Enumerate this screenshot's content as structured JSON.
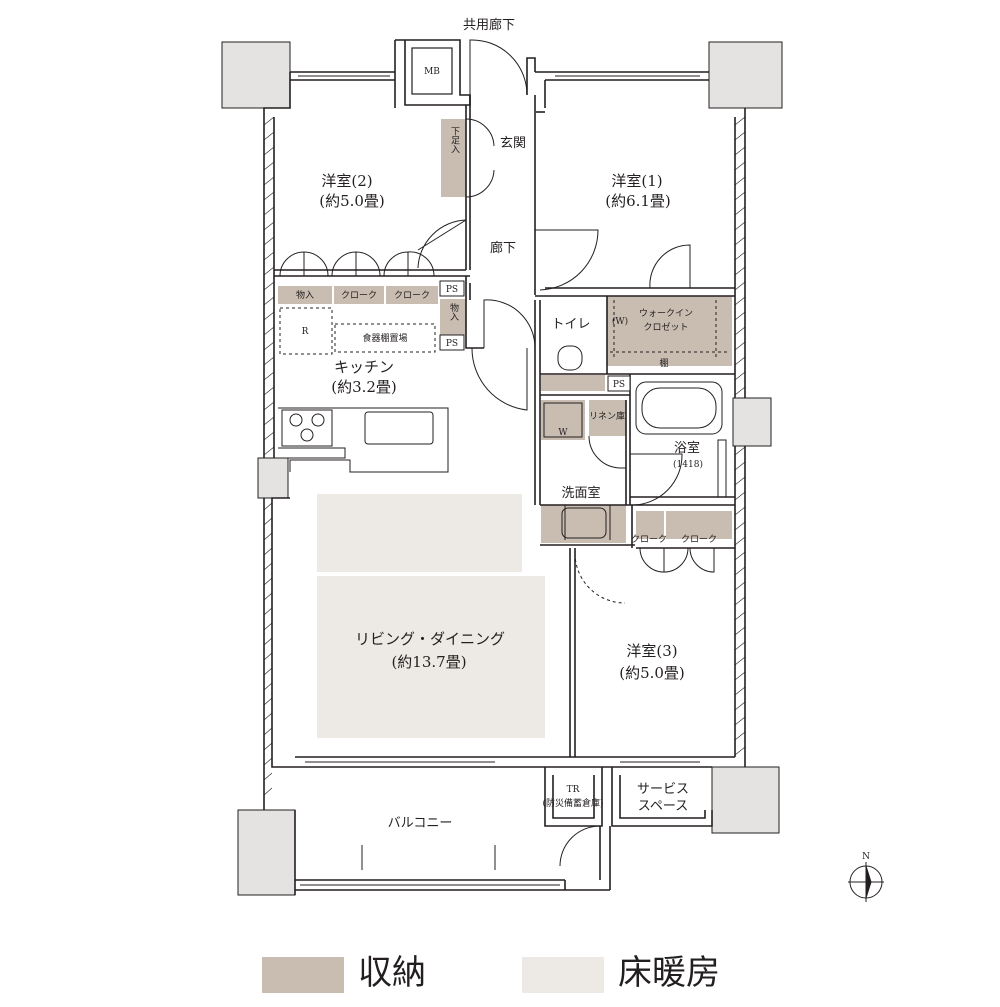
{
  "colors": {
    "storage": "#c9bdb1",
    "floor_heating": "#ede9e5",
    "wall": "#ffffff",
    "line": "#231f20",
    "column": "#e4e3e2"
  },
  "corridor": "共用廊下",
  "mb": "MB",
  "entrance": "玄関",
  "shoe_box": "下足入",
  "hall": "廊下",
  "room2": {
    "name": "洋室(2)",
    "size": "(約5.0畳)"
  },
  "room1": {
    "name": "洋室(1)",
    "size": "(約6.1畳)"
  },
  "room3": {
    "name": "洋室(3)",
    "size": "(約5.0畳)"
  },
  "storage_a": "物入",
  "closet_a": "クローク",
  "closet_b": "クローク",
  "ps1": "PS",
  "ps2": "PS",
  "ps3": "PS",
  "storage_b": "物入",
  "fridge": "R",
  "cupboard": "食器棚置場",
  "kitchen": {
    "name": "キッチン",
    "size": "(約3.2畳)"
  },
  "toilet": "トイレ",
  "walkin": {
    "w": "(W)",
    "line1": "ウォークイン",
    "line2": "クロゼット",
    "shelf": "棚"
  },
  "washer": "W",
  "linen": "リネン庫",
  "bath": {
    "name": "浴室",
    "size": "(1418)"
  },
  "washroom": "洗面室",
  "closet_c": "クローク",
  "closet_d": "クローク",
  "living": {
    "name": "リビング・ダイニング",
    "size": "(約13.7畳)"
  },
  "tr": {
    "line1": "TR",
    "line2": "(防災備蓄倉庫)"
  },
  "service": {
    "line1": "サービス",
    "line2": "スペース"
  },
  "balcony": "バルコニー",
  "north": "N",
  "legend": [
    {
      "label": "収納"
    },
    {
      "label": "床暖房"
    }
  ]
}
